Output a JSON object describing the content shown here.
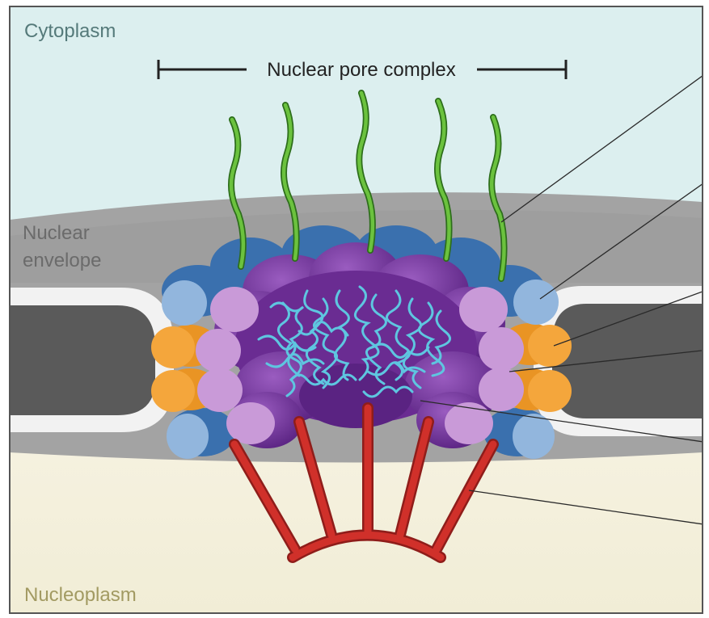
{
  "labels": {
    "cytoplasm": "Cytoplasm",
    "nuclear_envelope_line1": "Nuclear",
    "nuclear_envelope_line2": "envelope",
    "nucleoplasm": "Nucleoplasm",
    "nuclear_pore_complex": "Nuclear pore complex"
  },
  "colors": {
    "cytoplasm": "#dcefef",
    "nucleoplasm": "#f5f0dc",
    "envelope_membrane": "#9c9c9c",
    "cytoplasmic_filaments": "#4caf2f",
    "nuclear_basket": "#d0302a",
    "fg_repeats": "#5ec6e0",
    "ring_blue": "#3a70ae",
    "ring_light_blue": "#92b6dd",
    "ring_purple": "#7b3a9f",
    "ring_lilac": "#c99ad8",
    "ring_orange": "#f4a63c",
    "label_cytoplasm_text": "#557a7a",
    "label_envelope_text": "#6b6b6b",
    "label_nucleoplasm_text": "#a29a62"
  }
}
